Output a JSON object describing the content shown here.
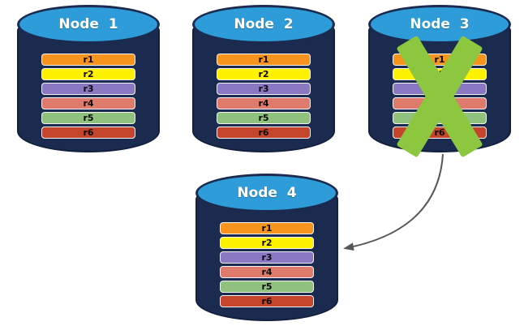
{
  "diagram": {
    "nodes": [
      {
        "label": "Node  1",
        "failed": false
      },
      {
        "label": "Node  2",
        "failed": false
      },
      {
        "label": "Node  3",
        "failed": true
      },
      {
        "label": "Node  4",
        "failed": false
      }
    ],
    "rows": [
      {
        "label": "r1",
        "color": "#F7941E"
      },
      {
        "label": "r2",
        "color": "#FFF200"
      },
      {
        "label": "r3",
        "color": "#8A78C2"
      },
      {
        "label": "r4",
        "color": "#DE7B6C"
      },
      {
        "label": "r5",
        "color": "#90C27E"
      },
      {
        "label": "r6",
        "color": "#C5452C"
      }
    ],
    "arrow": {
      "from": "Node 3",
      "to": "Node 4",
      "style": "curved"
    },
    "cross_on_node": "Node 3",
    "colors": {
      "cylinder_body": "#1B2B4F",
      "cylinder_top": "#2E9CD8",
      "cross": "#8DC63F",
      "arrow": "#575757",
      "node_label_text": "#FFFFFF",
      "row_text": "#0A0A0A",
      "row_border": "#F2F2F2",
      "background": "#FFFFFF"
    }
  }
}
